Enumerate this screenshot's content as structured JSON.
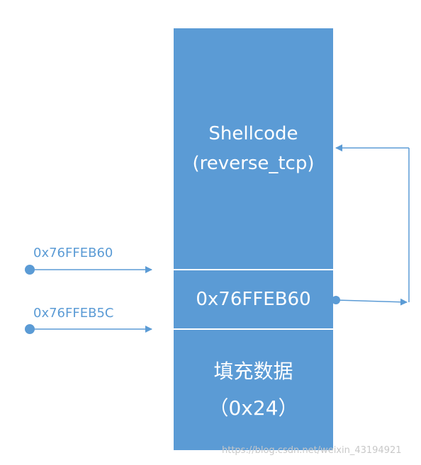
{
  "colors": {
    "block_fill": "#5b9bd5",
    "block_text": "#ffffff",
    "arrow": "#5b9bd5",
    "label_text": "#5b9bd5",
    "watermark_text": "#c8c8c8"
  },
  "stack": {
    "shellcode": {
      "line1": "Shellcode",
      "line2": "(reverse_tcp)"
    },
    "return_address": {
      "value": "0x76FFEB60"
    },
    "padding": {
      "line1": "填充数据",
      "line2": "（0x24）"
    }
  },
  "pointers": [
    {
      "label": "0x76FFEB60"
    },
    {
      "label": "0x76FFEB5C"
    }
  ],
  "watermark": "https://blog.csdn.net/weixin_43194921"
}
